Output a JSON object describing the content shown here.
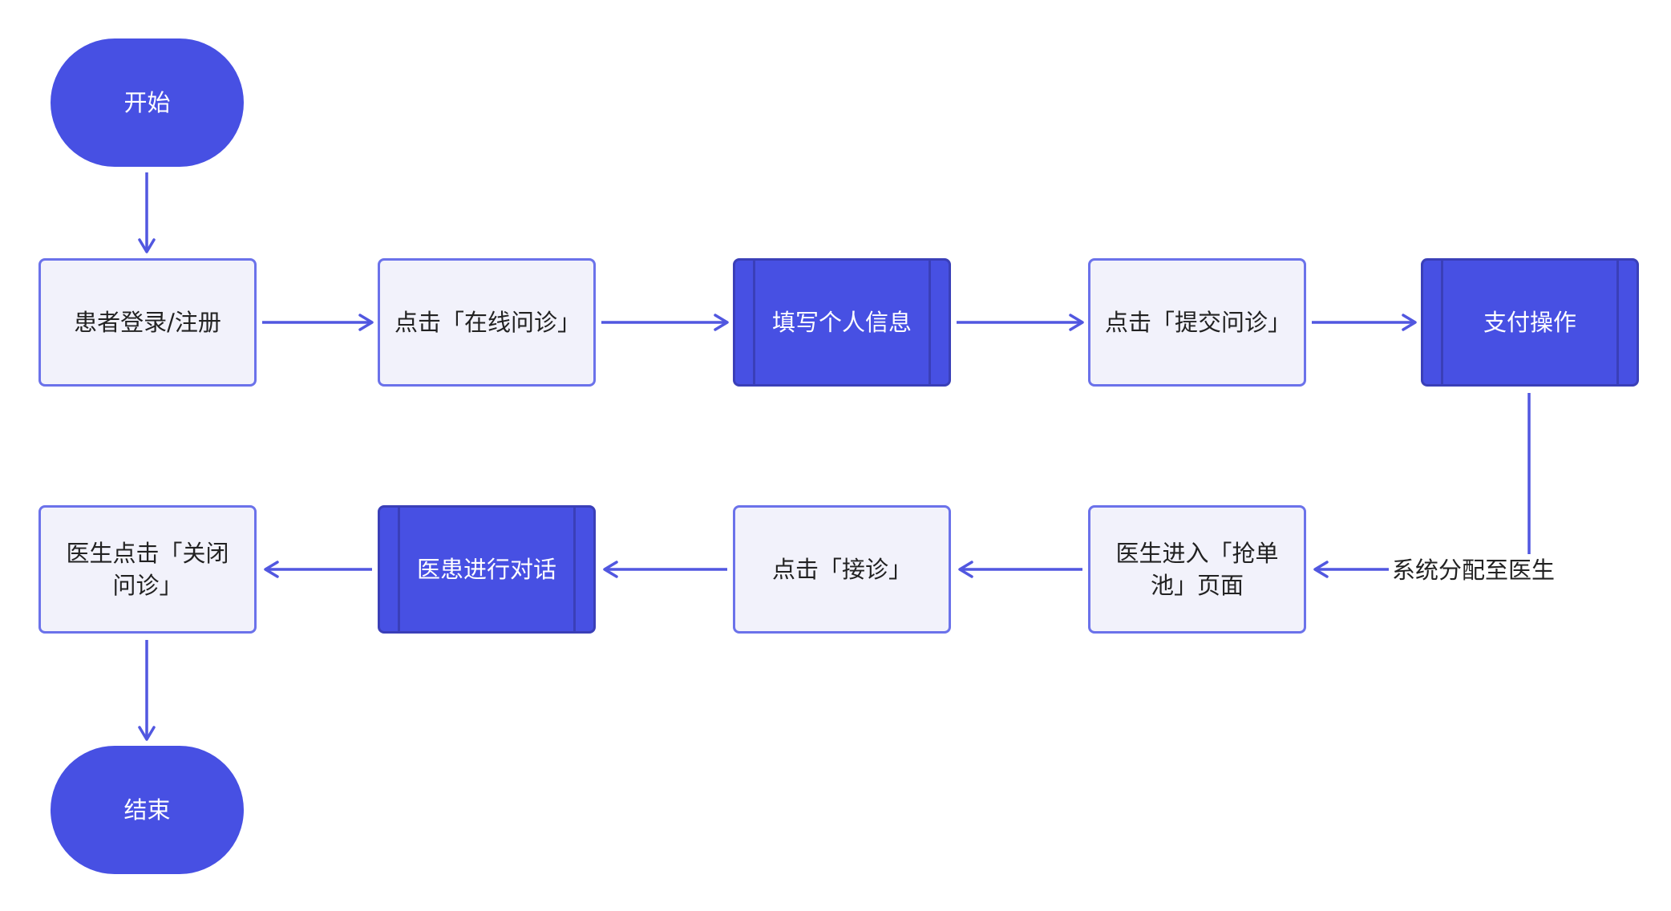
{
  "colors": {
    "accent": "#4750e3",
    "process_fill": "#f2f2fb",
    "process_border": "#6b72ea",
    "arrow": "#5157e0"
  },
  "nodes": {
    "start": "开始",
    "login": "患者登录/注册",
    "click_online": "点击「在线问诊」",
    "fill_info": "填写个人信息",
    "click_submit": "点击「提交问诊」",
    "pay": "支付操作",
    "doctor_pool": "医生进入「抢单池」页面",
    "click_accept": "点击「接诊」",
    "dialogue": "医患进行对话",
    "doctor_close": "医生点击「关闭问诊」",
    "end": "结束"
  },
  "edges": {
    "assign_label": "系统分配至医生"
  }
}
